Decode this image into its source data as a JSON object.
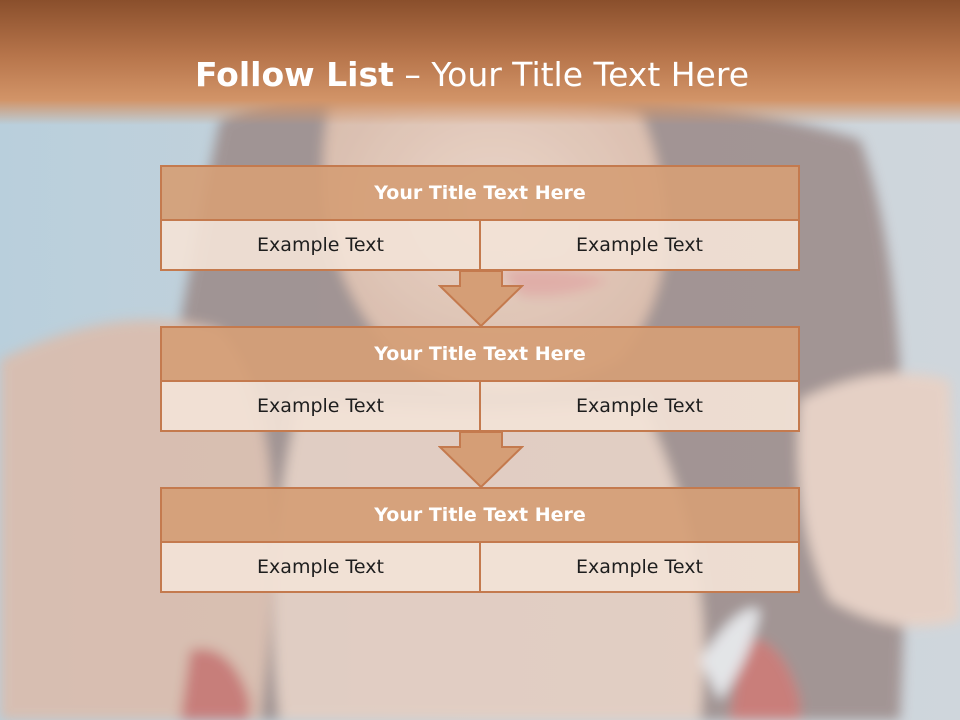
{
  "header": {
    "title_bold": "Follow List",
    "title_rest": "– Your Title Text Here"
  },
  "blocks": [
    {
      "title": "Your Title Text Here",
      "left": "Example Text",
      "right": "Example Text"
    },
    {
      "title": "Your Title Text Here",
      "left": "Example Text",
      "right": "Example Text"
    },
    {
      "title": "Your Title Text Here",
      "left": "Example Text",
      "right": "Example Text"
    }
  ],
  "colors": {
    "header_brown": "#8a4f2c",
    "box_title_fill": "#d59e76",
    "box_cell_fill": "#f2e2d6",
    "box_border": "#c47a4e"
  }
}
